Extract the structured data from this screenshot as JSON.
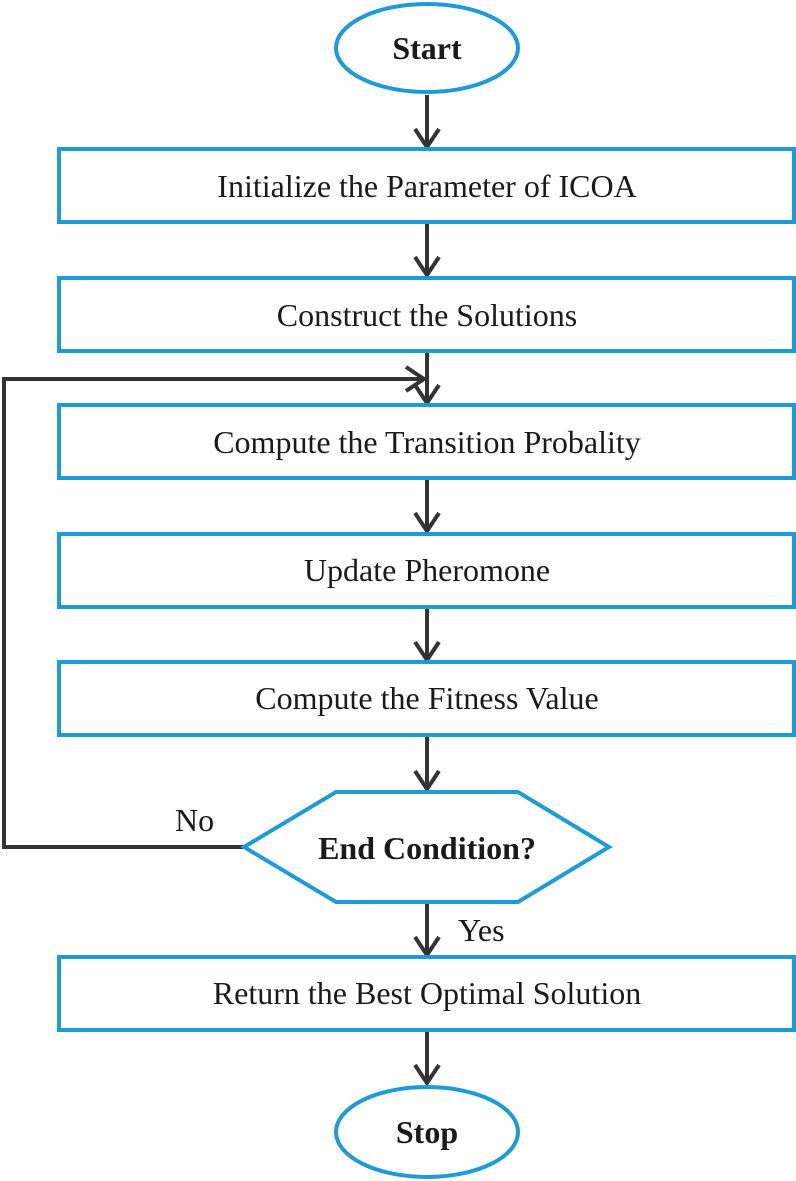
{
  "colors": {
    "node_border": "#1e9ad6",
    "connector": "#333333",
    "text": "#1a1a1a",
    "background": "#ffffff"
  },
  "nodes": {
    "start": "Start",
    "initialize": "Initialize the Parameter of ICOA",
    "construct": "Construct the Solutions",
    "transition": "Compute the Transition Probality",
    "pheromone": "Update Pheromone",
    "fitness": "Compute the Fitness Value",
    "condition": "End Condition?",
    "best_solution": "Return the Best Optimal Solution",
    "stop": "Stop"
  },
  "edge_labels": {
    "no": "No",
    "yes": "Yes"
  }
}
